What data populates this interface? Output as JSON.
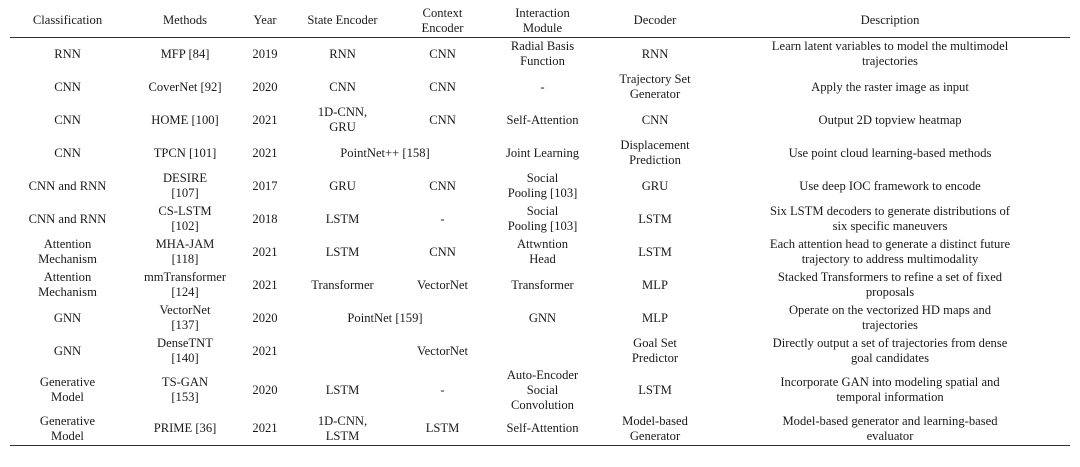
{
  "headers": [
    "Classification",
    "Methods",
    "Year",
    "State Encoder",
    "Context\nEncoder",
    "Interaction\nModule",
    "Decoder",
    "Description"
  ],
  "rows": [
    {
      "classification": "RNN",
      "method": "MFP [84]",
      "year": "2019",
      "state": "RNN",
      "context": "CNN",
      "interaction": "Radial Basis\nFunction",
      "decoder": "RNN",
      "description": "Learn latent variables to model the multimodel\ntrajectories"
    },
    {
      "classification": "CNN",
      "method": "CoverNet [92]",
      "year": "2020",
      "state": "CNN",
      "context": "CNN",
      "interaction": "-",
      "decoder": "Trajectory Set\nGenerator",
      "description": "Apply the raster image as input"
    },
    {
      "classification": "CNN",
      "method": "HOME [100]",
      "year": "2021",
      "state": "1D-CNN,\nGRU",
      "context": "CNN",
      "interaction": "Self-Attention",
      "decoder": "CNN",
      "description": "Output 2D topview heatmap"
    },
    {
      "classification": "CNN",
      "method": "TPCN [101]",
      "year": "2021",
      "state_context": "PointNet++ [158]",
      "interaction": "Joint Learning",
      "decoder": "Displacement\nPrediction",
      "description": "Use point cloud learning-based methods"
    },
    {
      "classification": "CNN and RNN",
      "method": "DESIRE\n[107]",
      "year": "2017",
      "state": "GRU",
      "context": "CNN",
      "interaction": "Social\nPooling [103]",
      "decoder": "GRU",
      "description": "Use deep IOC framework to encode"
    },
    {
      "classification": "CNN and RNN",
      "method": "CS-LSTM\n[102]",
      "year": "2018",
      "state": "LSTM",
      "context": "-",
      "interaction": "Social\nPooling [103]",
      "decoder": "LSTM",
      "description": "Six LSTM decoders to generate distributions of\nsix specific maneuvers"
    },
    {
      "classification": "Attention\nMechanism",
      "method": "MHA-JAM\n[118]",
      "year": "2021",
      "state": "LSTM",
      "context": "CNN",
      "interaction": "Attwntion\nHead",
      "decoder": "LSTM",
      "description": "Each attention head to generate a distinct future\ntrajectory to address multimodality"
    },
    {
      "classification": "Attention\nMechanism",
      "method": "mmTransformer\n[124]",
      "year": "2021",
      "state": "Transformer",
      "context": "VectorNet",
      "interaction": "Transformer",
      "decoder": "MLP",
      "description": "Stacked Transformers to refine a set of fixed\nproposals"
    },
    {
      "classification": "GNN",
      "method": "VectorNet\n[137]",
      "year": "2020",
      "state_context": "PointNet [159]",
      "interaction": "GNN",
      "decoder": "MLP",
      "description": "Operate on the vectorized HD maps and\ntrajectories"
    },
    {
      "classification": "GNN",
      "method": "DenseTNT\n[140]",
      "year": "2021",
      "state_context_interaction": "VectorNet",
      "decoder": "Goal Set\nPredictor",
      "description": "Directly output a set of trajectories from dense\ngoal candidates"
    },
    {
      "classification": "Generative\nModel",
      "method": "TS-GAN\n[153]",
      "year": "2020",
      "state": "LSTM",
      "context": "-",
      "interaction": "Auto-Encoder\nSocial\nConvolution",
      "decoder": "LSTM",
      "description": "Incorporate GAN into modeling spatial and\ntemporal information"
    },
    {
      "classification": "Generative\nModel",
      "method": "PRIME [36]",
      "year": "2021",
      "state": "1D-CNN,\nLSTM",
      "context": "LSTM",
      "interaction": "Self-Attention",
      "decoder": "Model-based\nGenerator",
      "description": "Model-based generator and learning-based\nevaluator"
    }
  ]
}
